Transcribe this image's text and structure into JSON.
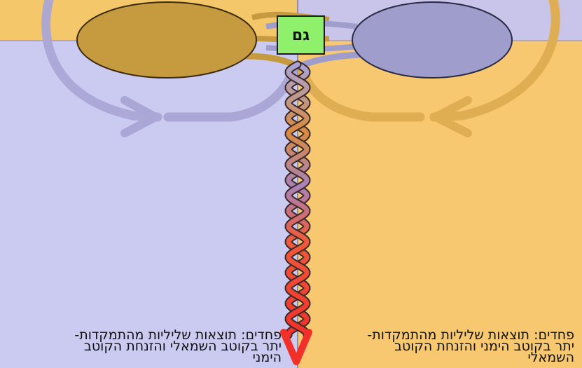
{
  "labels": {
    "gam_box": "גם",
    "caption_left": "פחדים: תוצאות שליליות מהתמקדות-\nיתר בקוטב השמאלי והזנחת הקוטב\nהימני",
    "caption_right": "פחדים: תוצאות שליליות מהתמקדות-\nיתר בקוטב הימני והזנחת הקוטב\nהשמאלי"
  },
  "colors": {
    "left_upper_band": "#f4c86a",
    "right_upper_band": "#c9c5ea",
    "left_lower_panel": "#cbcaf1",
    "right_lower_panel": "#f8c870",
    "left_pole": "#c69b3f",
    "right_pole": "#9e9dcc",
    "gam_box": "#8ef06b",
    "arrow_tip": "#f23a30",
    "divider": "#7a7aa0"
  }
}
